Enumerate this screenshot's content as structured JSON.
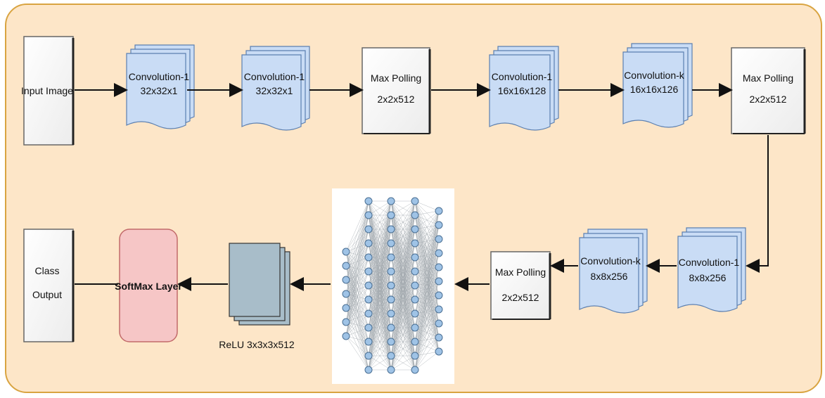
{
  "diagram": {
    "background_color": "#fde6c8",
    "border_color": "#d9a441",
    "conv_fill": "#c9dcf5",
    "softmax_fill": "#f6c6c6",
    "relu_fill": "#a8bdc9",
    "nodes": {
      "input_image": {
        "label": "Input Image"
      },
      "conv_a": {
        "line1": "Convolution-1",
        "line2": "32x32x1"
      },
      "conv_b": {
        "line1": "Convolution-1",
        "line2": "32x32x1"
      },
      "pool_a": {
        "line1": "Max Polling",
        "line2": "2x2x512"
      },
      "conv_c": {
        "line1": "Convolution-1",
        "line2": "16x16x128"
      },
      "conv_d": {
        "line1": "Convolution-k",
        "line2": "16x16x126"
      },
      "pool_b": {
        "line1": "Max Polling",
        "line2": "2x2x512"
      },
      "conv_e": {
        "line1": "Convolution-1",
        "line2": "8x8x256"
      },
      "conv_f": {
        "line1": "Convolution-k",
        "line2": "8x8x256"
      },
      "pool_c": {
        "line1": "Max Polling",
        "line2": "2x2x512"
      },
      "relu": {
        "label": "ReLU 3x3x3x512"
      },
      "softmax": {
        "label": "SoftMax Layer"
      },
      "class_output": {
        "line1": "Class",
        "line2": "Output"
      }
    }
  }
}
